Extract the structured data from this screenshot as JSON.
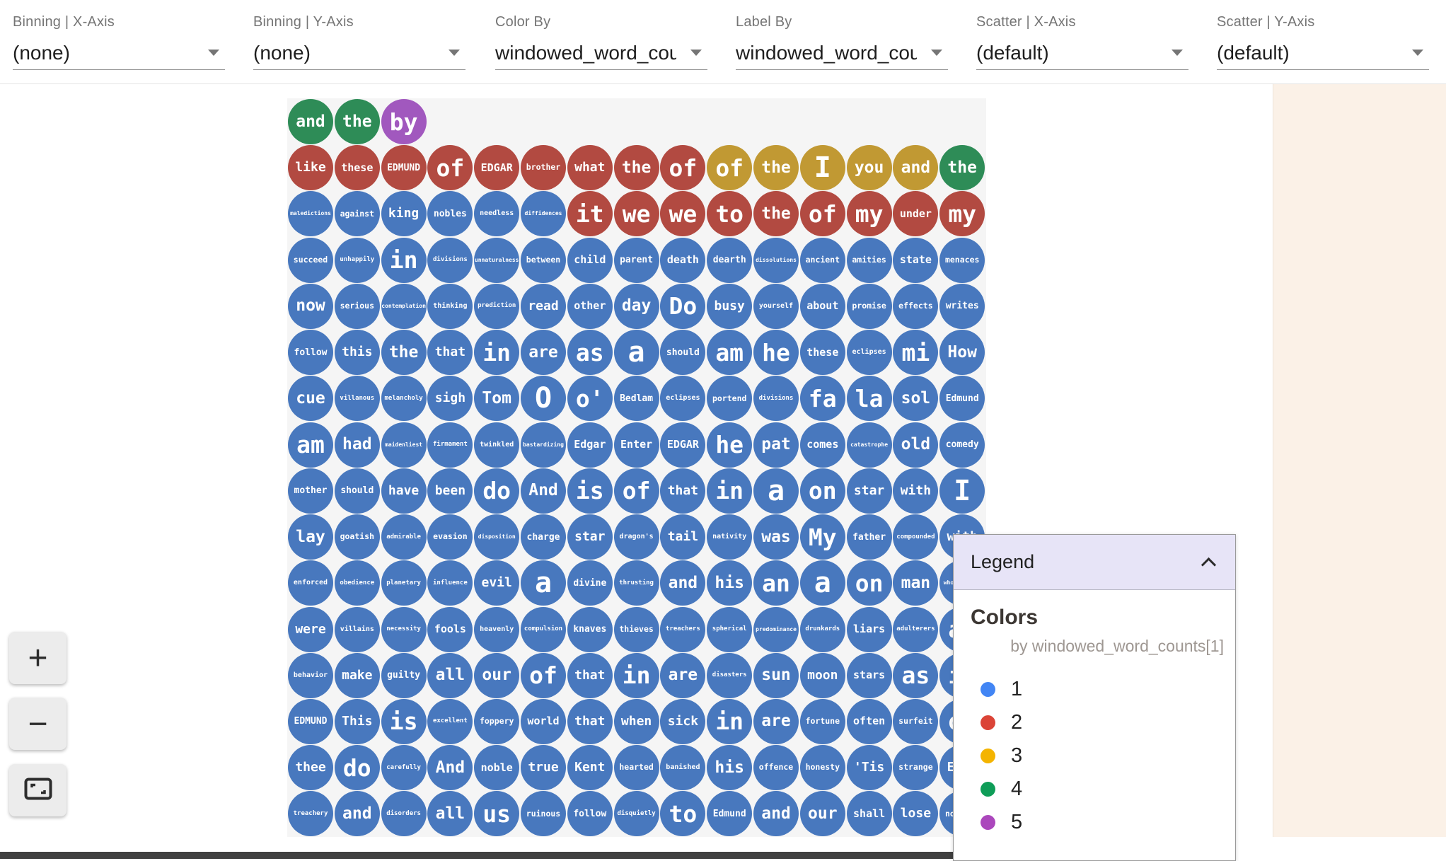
{
  "toolbar": {
    "controls": [
      {
        "label": "Binning | X-Axis",
        "value": "(none)"
      },
      {
        "label": "Binning | Y-Axis",
        "value": "(none)"
      },
      {
        "label": "Color By",
        "value": "windowed_word_counts"
      },
      {
        "label": "Label By",
        "value": "windowed_word_counts"
      },
      {
        "label": "Scatter | X-Axis",
        "value": "(default)"
      },
      {
        "label": "Scatter | Y-Axis",
        "value": "(default)"
      }
    ]
  },
  "zoom_controls": {
    "zoom_in_label": "+",
    "zoom_out_label": "−",
    "fit_icon": "fit-to-screen-icon"
  },
  "legend": {
    "title": "Legend",
    "section_title": "Colors",
    "subtitle": "by windowed_word_counts[1]",
    "items": [
      {
        "label": "1",
        "color": "#4285F4"
      },
      {
        "label": "2",
        "color": "#DB4437"
      },
      {
        "label": "3",
        "color": "#F4B400"
      },
      {
        "label": "4",
        "color": "#0F9D58"
      },
      {
        "label": "5",
        "color": "#AB47BC"
      }
    ]
  },
  "grid": {
    "background": "#f5f5f5",
    "bubble_colors": {
      "1": "#4878be",
      "2": "#b24a41",
      "3": "#c19933",
      "4": "#2e8c57",
      "5": "#a158be"
    },
    "rows": [
      [
        [
          "and",
          4
        ],
        [
          "the",
          4
        ],
        [
          "by",
          5
        ]
      ],
      [
        [
          "like",
          2
        ],
        [
          "these",
          2
        ],
        [
          "EDMUND",
          2
        ],
        [
          "of",
          2
        ],
        [
          "EDGAR",
          2
        ],
        [
          "brother",
          2
        ],
        [
          "what",
          2
        ],
        [
          "the",
          2
        ],
        [
          "of",
          2
        ],
        [
          "of",
          3
        ],
        [
          "the",
          3
        ],
        [
          "I",
          3
        ],
        [
          "you",
          3
        ],
        [
          "and",
          3
        ],
        [
          "the",
          4
        ]
      ],
      [
        [
          "maledictions",
          1
        ],
        [
          "against",
          1
        ],
        [
          "king",
          1
        ],
        [
          "nobles",
          1
        ],
        [
          "needless",
          1
        ],
        [
          "diffidences",
          1
        ],
        [
          "it",
          2
        ],
        [
          "we",
          2
        ],
        [
          "we",
          2
        ],
        [
          "to",
          2
        ],
        [
          "the",
          2
        ],
        [
          "of",
          2
        ],
        [
          "my",
          2
        ],
        [
          "under",
          2
        ],
        [
          "my",
          2
        ]
      ],
      [
        [
          "succeed",
          1
        ],
        [
          "unhappily",
          1
        ],
        [
          "in",
          1
        ],
        [
          "divisions",
          1
        ],
        [
          "unnaturalness",
          1
        ],
        [
          "between",
          1
        ],
        [
          "child",
          1
        ],
        [
          "parent",
          1
        ],
        [
          "death",
          1
        ],
        [
          "dearth",
          1
        ],
        [
          "dissolutions",
          1
        ],
        [
          "ancient",
          1
        ],
        [
          "amities",
          1
        ],
        [
          "state",
          1
        ],
        [
          "menaces",
          1
        ]
      ],
      [
        [
          "now",
          1
        ],
        [
          "serious",
          1
        ],
        [
          "contemplation",
          1
        ],
        [
          "thinking",
          1
        ],
        [
          "prediction",
          1
        ],
        [
          "read",
          1
        ],
        [
          "other",
          1
        ],
        [
          "day",
          1
        ],
        [
          "Do",
          1
        ],
        [
          "busy",
          1
        ],
        [
          "yourself",
          1
        ],
        [
          "about",
          1
        ],
        [
          "promise",
          1
        ],
        [
          "effects",
          1
        ],
        [
          "writes",
          1
        ]
      ],
      [
        [
          "follow",
          1
        ],
        [
          "this",
          1
        ],
        [
          "the",
          1
        ],
        [
          "that",
          1
        ],
        [
          "in",
          1
        ],
        [
          "are",
          1
        ],
        [
          "as",
          1
        ],
        [
          "a",
          1
        ],
        [
          "should",
          1
        ],
        [
          "am",
          1
        ],
        [
          "he",
          1
        ],
        [
          "these",
          1
        ],
        [
          "eclipses",
          1
        ],
        [
          "mi",
          1
        ],
        [
          "How",
          1
        ]
      ],
      [
        [
          "cue",
          1
        ],
        [
          "villanous",
          1
        ],
        [
          "melancholy",
          1
        ],
        [
          "sigh",
          1
        ],
        [
          "Tom",
          1
        ],
        [
          "O",
          1
        ],
        [
          "o'",
          1
        ],
        [
          "Bedlam",
          1
        ],
        [
          "eclipses",
          1
        ],
        [
          "portend",
          1
        ],
        [
          "divisions",
          1
        ],
        [
          "fa",
          1
        ],
        [
          "la",
          1
        ],
        [
          "sol",
          1
        ],
        [
          "Edmund",
          1
        ]
      ],
      [
        [
          "am",
          1
        ],
        [
          "had",
          1
        ],
        [
          "maidenliest",
          1
        ],
        [
          "firmament",
          1
        ],
        [
          "twinkled",
          1
        ],
        [
          "bastardizing",
          1
        ],
        [
          "Edgar",
          1
        ],
        [
          "Enter",
          1
        ],
        [
          "EDGAR",
          1
        ],
        [
          "he",
          1
        ],
        [
          "pat",
          1
        ],
        [
          "comes",
          1
        ],
        [
          "catastrophe",
          1
        ],
        [
          "old",
          1
        ],
        [
          "comedy",
          1
        ]
      ],
      [
        [
          "mother",
          1
        ],
        [
          "should",
          1
        ],
        [
          "have",
          1
        ],
        [
          "been",
          1
        ],
        [
          "do",
          1
        ],
        [
          "And",
          1
        ],
        [
          "is",
          1
        ],
        [
          "of",
          1
        ],
        [
          "that",
          1
        ],
        [
          "in",
          1
        ],
        [
          "a",
          1
        ],
        [
          "on",
          1
        ],
        [
          "star",
          1
        ],
        [
          "with",
          1
        ],
        [
          "I",
          1
        ]
      ],
      [
        [
          "lay",
          1
        ],
        [
          "goatish",
          1
        ],
        [
          "admirable",
          1
        ],
        [
          "evasion",
          1
        ],
        [
          "disposition",
          1
        ],
        [
          "charge",
          1
        ],
        [
          "star",
          1
        ],
        [
          "dragon's",
          1
        ],
        [
          "tail",
          1
        ],
        [
          "nativity",
          1
        ],
        [
          "was",
          1
        ],
        [
          "My",
          1
        ],
        [
          "father",
          1
        ],
        [
          "compounded",
          1
        ],
        [
          "with",
          1
        ]
      ],
      [
        [
          "enforced",
          1
        ],
        [
          "obedience",
          1
        ],
        [
          "planetary",
          1
        ],
        [
          "influence",
          1
        ],
        [
          "evil",
          1
        ],
        [
          "a",
          1
        ],
        [
          "divine",
          1
        ],
        [
          "thrusting",
          1
        ],
        [
          "and",
          1
        ],
        [
          "his",
          1
        ],
        [
          "an",
          1
        ],
        [
          "a",
          1
        ],
        [
          "on",
          1
        ],
        [
          "man",
          1
        ],
        [
          "whoremaster",
          1
        ]
      ],
      [
        [
          "were",
          1
        ],
        [
          "villains",
          1
        ],
        [
          "necessity",
          1
        ],
        [
          "fools",
          1
        ],
        [
          "heavenly",
          1
        ],
        [
          "compulsion",
          1
        ],
        [
          "knaves",
          1
        ],
        [
          "thieves",
          1
        ],
        [
          "treachers",
          1
        ],
        [
          "spherical",
          1
        ],
        [
          "predominance",
          1
        ],
        [
          "drunkards",
          1
        ],
        [
          "liars",
          1
        ],
        [
          "adulterers",
          1
        ],
        [
          "an",
          1
        ]
      ],
      [
        [
          "behavior",
          1
        ],
        [
          "make",
          1
        ],
        [
          "guilty",
          1
        ],
        [
          "all",
          1
        ],
        [
          "our",
          1
        ],
        [
          "of",
          1
        ],
        [
          "that",
          1
        ],
        [
          "in",
          1
        ],
        [
          "are",
          1
        ],
        [
          "disasters",
          1
        ],
        [
          "sun",
          1
        ],
        [
          "moon",
          1
        ],
        [
          "stars",
          1
        ],
        [
          "as",
          1
        ],
        [
          "if",
          1
        ]
      ],
      [
        [
          "EDMUND",
          1
        ],
        [
          "This",
          1
        ],
        [
          "is",
          1
        ],
        [
          "excellent",
          1
        ],
        [
          "foppery",
          1
        ],
        [
          "world",
          1
        ],
        [
          "that",
          1
        ],
        [
          "when",
          1
        ],
        [
          "sick",
          1
        ],
        [
          "in",
          1
        ],
        [
          "are",
          1
        ],
        [
          "fortune",
          1
        ],
        [
          "often",
          1
        ],
        [
          "surfeit",
          1
        ],
        [
          "of",
          1
        ]
      ],
      [
        [
          "thee",
          1
        ],
        [
          "do",
          1
        ],
        [
          "carefully",
          1
        ],
        [
          "And",
          1
        ],
        [
          "noble",
          1
        ],
        [
          "true",
          1
        ],
        [
          "Kent",
          1
        ],
        [
          "hearted",
          1
        ],
        [
          "banished",
          1
        ],
        [
          "his",
          1
        ],
        [
          "offence",
          1
        ],
        [
          "honesty",
          1
        ],
        [
          "'Tis",
          1
        ],
        [
          "strange",
          1
        ],
        [
          "Exit",
          1
        ]
      ],
      [
        [
          "treachery",
          1
        ],
        [
          "and",
          1
        ],
        [
          "disorders",
          1
        ],
        [
          "all",
          1
        ],
        [
          "us",
          1
        ],
        [
          "ruinous",
          1
        ],
        [
          "follow",
          1
        ],
        [
          "disquietly",
          1
        ],
        [
          "to",
          1
        ],
        [
          "Edmund",
          1
        ],
        [
          "and",
          1
        ],
        [
          "our",
          1
        ],
        [
          "shall",
          1
        ],
        [
          "lose",
          1
        ],
        [
          "nothing",
          1
        ]
      ]
    ]
  }
}
